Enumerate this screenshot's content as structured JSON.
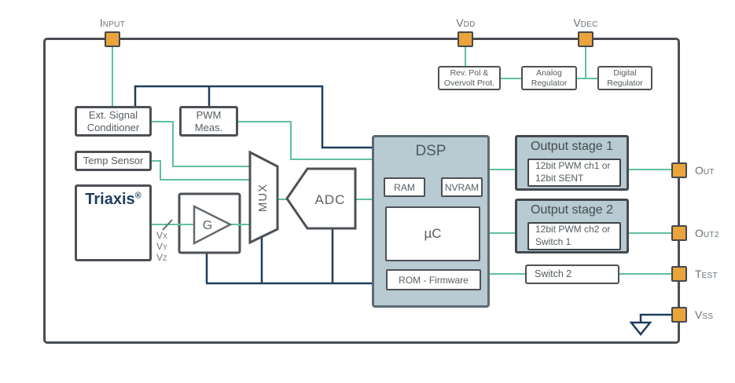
{
  "diagram_title": "sensor-ic-block-diagram",
  "colors": {
    "wire_teal": "#5fc0a2",
    "wire_navy": "#1f3d5c",
    "frame_gray": "#4a4e52",
    "pin_orange": "#e9a43b",
    "block_fill": "#b8cad2",
    "box_border": "#4d5156"
  },
  "pins": {
    "input": {
      "main": "I",
      "small": "NPUT"
    },
    "vdd": {
      "main": "V",
      "small": "DD"
    },
    "vdec": {
      "main": "V",
      "small": "DEC"
    },
    "out": {
      "main": "O",
      "small": "UT"
    },
    "out2": {
      "main": "O",
      "small": "UT2"
    },
    "test": {
      "main": "T",
      "small": "EST"
    },
    "vss": {
      "main": "V",
      "small": "SS"
    }
  },
  "blocks": {
    "ext_signal": {
      "line1": "Ext. Signal",
      "line2": "Conditioner"
    },
    "pwm_meas": {
      "line1": "PWM",
      "line2": "Meas."
    },
    "temp_sensor": {
      "label": "Temp Sensor"
    },
    "triaxis": {
      "label": "Triaxis",
      "reg_mark": "®"
    },
    "gain": {
      "label": "G"
    },
    "mux": {
      "label": "MUX"
    },
    "adc": {
      "label": "ADC"
    },
    "dsp": {
      "title": "DSP",
      "ram": "RAM",
      "nvram": "NVRAM",
      "uc": "µC",
      "rom": "ROM - Firmware"
    },
    "output_stage1": {
      "title": "Output stage 1",
      "line1": "12bit PWM ch1 or",
      "line2": "12bit SENT"
    },
    "output_stage2": {
      "title": "Output stage 2",
      "line1": "12bit PWM ch2 or",
      "line2": "Switch 1"
    },
    "switch2": {
      "label": "Switch 2"
    },
    "rev_pol": {
      "line1": "Rev. Pol &",
      "line2": "Overvolt Prot."
    },
    "analog_reg": {
      "line1": "Analog",
      "line2": "Regulator"
    },
    "digital_reg": {
      "line1": "Digital",
      "line2": "Regulator"
    }
  },
  "signals": {
    "vx": {
      "main": "V",
      "sub": "X"
    },
    "vy": {
      "main": "V",
      "sub": "Y"
    },
    "vz": {
      "main": "V",
      "sub": "Z"
    }
  }
}
